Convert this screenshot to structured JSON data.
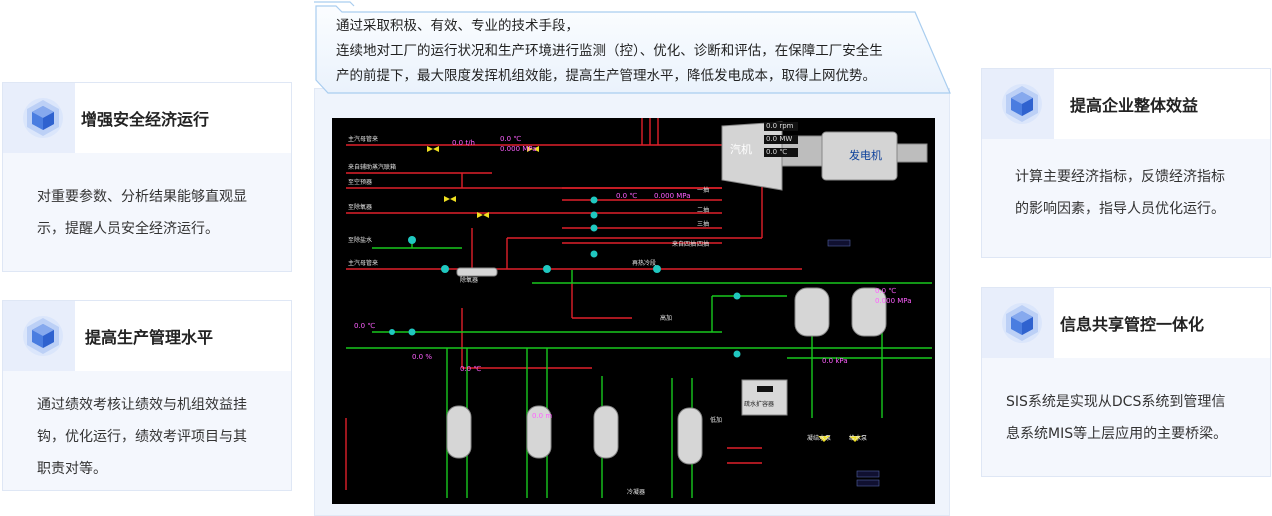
{
  "cards": {
    "safety": {
      "title": "增强安全经济运行",
      "lines": [
        "对重要参数、分析结果能够直观显",
        "示，提醒人员安全经济运行。"
      ]
    },
    "production": {
      "title": "提高生产管理水平",
      "lines": [
        "通过绩效考核让绩效与机组效益挂",
        "钩，优化运行，绩效考评项目与其",
        "职责对等。"
      ]
    },
    "benefit": {
      "title": "提高企业整体效益",
      "lines": [
        "计算主要经济指标，反馈经济指标",
        "的影响因素，指导人员优化运行。"
      ]
    },
    "sharing": {
      "title": "信息共享管控一体化",
      "lines": [
        "SIS系统是实现从DCS系统到管理信",
        "息系统MIS等上层应用的主要桥梁。"
      ]
    }
  },
  "intro": {
    "lines": [
      "通过采取积极、有效、专业的技术手段，",
      "连续地对工厂的运行状况和生产环境进行监测（控）、优化、诊断和评估，在保障工厂安全生",
      "产的前提下，最大限度发挥机组效能，提高生产管理水平，降低发电成本，取得上网优势。"
    ]
  },
  "scada": {
    "turbine_label": "汽机",
    "generator_label": "发电机",
    "pipe_labels": [
      "主汽母管来",
      "来自辅助蒸汽联箱",
      "至空预器",
      "至除氧器",
      "至除盐水",
      "主汽母管来",
      "再热冷段",
      "来自四抽",
      "除氧器",
      "冷凝器",
      "疏水扩容器",
      "高加",
      "低加",
      "凝结水泵",
      "给水泵"
    ],
    "readings": [
      "0.0 t/h",
      "0.0 ℃",
      "0.000 MPa",
      "0.0 ℃",
      "0.000 MPa",
      "0.0 ℃",
      "0.0 %",
      "0.0 ℃",
      "0.0 m",
      "0.0 kPa",
      "0.0 ℃",
      "0.000 MPa",
      "0.0 rpm",
      "0.0 MW",
      "0.0 ℃"
    ],
    "extraction_labels": [
      "一抽",
      "二抽",
      "三抽",
      "四抽"
    ],
    "colors": {
      "steam": "#e0202a",
      "water": "#18c81e",
      "valve": "#f0e020",
      "pump": "#20c8c0"
    }
  }
}
